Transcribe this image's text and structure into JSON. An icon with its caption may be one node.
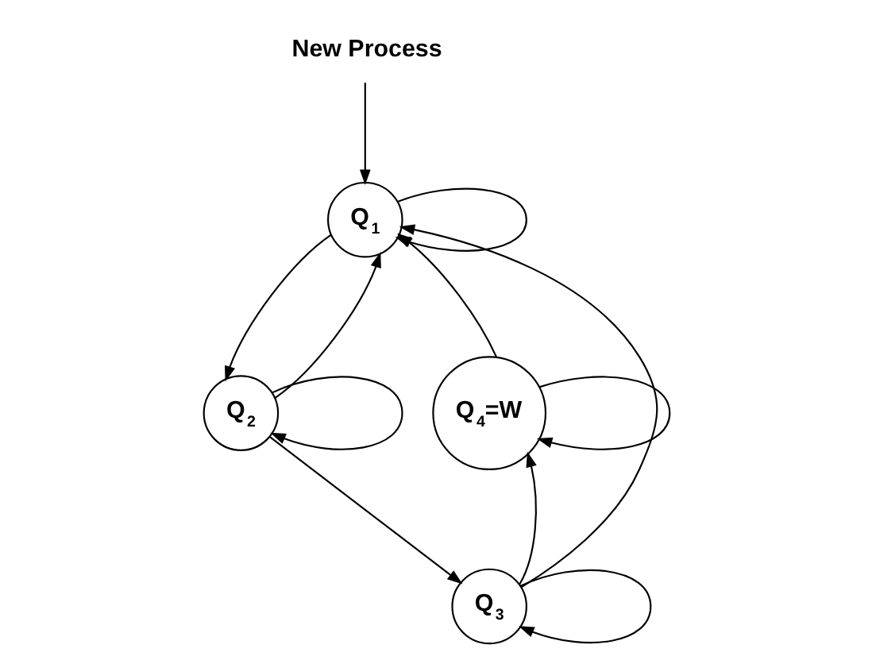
{
  "diagram": {
    "nodes": [
      {
        "text": [
          "New Process"
        ]
      },
      {
        "text": [
          "Q$_{1}$"
        ]
      },
      {
        "text": [
          "Q$_{2}$"
        ]
      },
      {
        "text": [
          "Q$_{3}$"
        ]
      },
      {
        "text": [
          "Q$_{4}$=W"
        ]
      }
    ],
    "edges": [
      {
        "from": 0,
        "to": 1,
        "arrow": "to"
      },
      {
        "from": 1,
        "to": 1,
        "arrow": "to"
      },
      {
        "from": 1,
        "to": 2,
        "arrow": "to"
      },
      {
        "from": 2,
        "to": 1,
        "arrow": "to"
      },
      {
        "from": 2,
        "to": 2,
        "arrow": "to"
      },
      {
        "from": 2,
        "to": 3,
        "arrow": "to"
      },
      {
        "from": 3,
        "to": 1,
        "arrow": "to"
      },
      {
        "from": 3,
        "to": 3,
        "arrow": "to"
      },
      {
        "from": 3,
        "to": 4,
        "arrow": "to"
      },
      {
        "from": 4,
        "to": 1,
        "arrow": "to"
      },
      {
        "from": 4,
        "to": 4,
        "arrow": "to"
      }
    ]
  }
}
